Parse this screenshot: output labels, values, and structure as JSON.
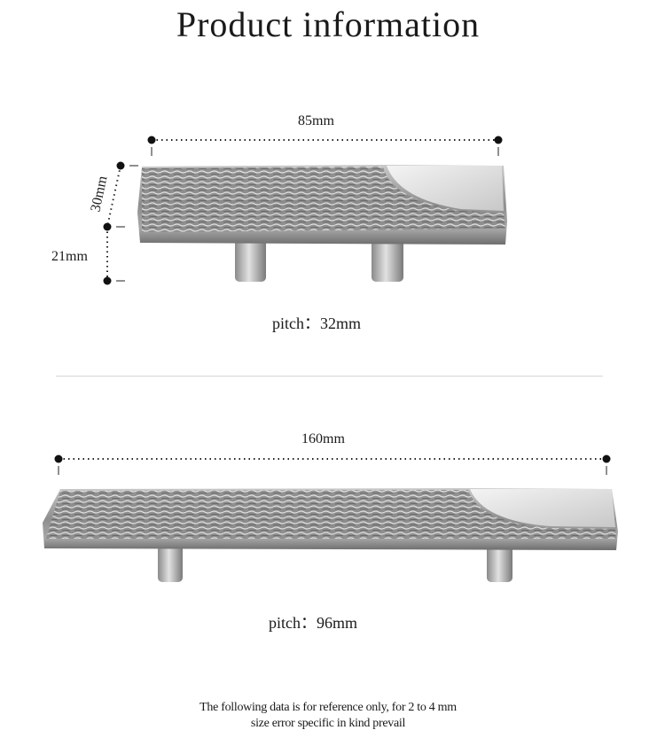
{
  "title": "Product information",
  "small_handle": {
    "width_label": "85mm",
    "height_label": "30mm",
    "leg_label": "21mm",
    "pitch_label": "pitch：32mm"
  },
  "large_handle": {
    "width_label": "160mm",
    "pitch_label": "pitch：96mm"
  },
  "note": {
    "line1": "The following data is for reference only, for 2 to 4 mm",
    "line2": "size error specific in kind prevail"
  },
  "colors": {
    "text": "#1a1a1a",
    "metal": "#9a9a9a",
    "separator": "#d6d6d6"
  }
}
